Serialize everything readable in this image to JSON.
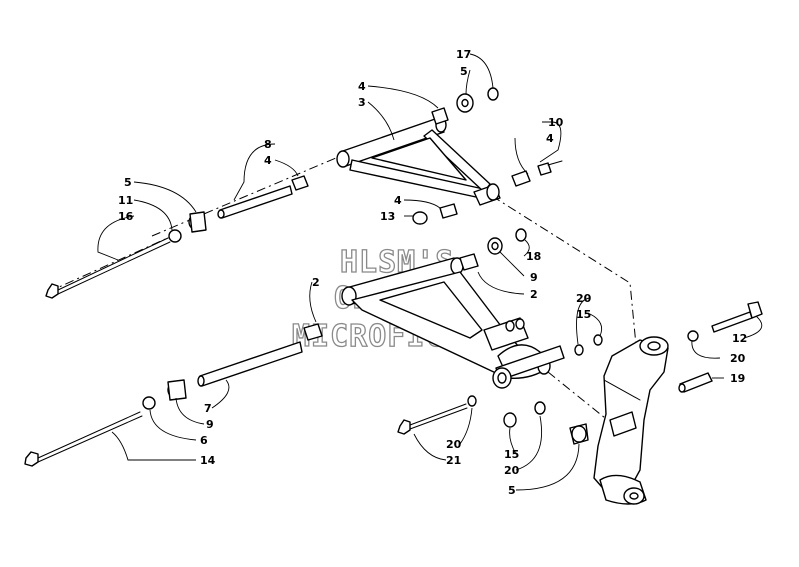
{
  "watermark": {
    "line1": "HLSM'S",
    "line2": "ONLINE",
    "line3": "MICROFICHE"
  },
  "callouts": [
    {
      "id": "c17",
      "label": "17"
    },
    {
      "id": "c5a",
      "label": "5"
    },
    {
      "id": "c4a",
      "label": "4"
    },
    {
      "id": "c3",
      "label": "3"
    },
    {
      "id": "c10",
      "label": "10"
    },
    {
      "id": "c4b",
      "label": "4"
    },
    {
      "id": "c8",
      "label": "8"
    },
    {
      "id": "c4c",
      "label": "4"
    },
    {
      "id": "c5b",
      "label": "5"
    },
    {
      "id": "c11",
      "label": "11"
    },
    {
      "id": "c16",
      "label": "16"
    },
    {
      "id": "c4d",
      "label": "4"
    },
    {
      "id": "c13",
      "label": "13"
    },
    {
      "id": "c18",
      "label": "18"
    },
    {
      "id": "c9a",
      "label": "9"
    },
    {
      "id": "c2a",
      "label": "2"
    },
    {
      "id": "c2b",
      "label": "2"
    },
    {
      "id": "c20a",
      "label": "20"
    },
    {
      "id": "c15a",
      "label": "15"
    },
    {
      "id": "c12",
      "label": "12"
    },
    {
      "id": "c20b",
      "label": "20"
    },
    {
      "id": "c19",
      "label": "19"
    },
    {
      "id": "c7",
      "label": "7"
    },
    {
      "id": "c9b",
      "label": "9"
    },
    {
      "id": "c6",
      "label": "6"
    },
    {
      "id": "c14",
      "label": "14"
    },
    {
      "id": "c20c",
      "label": "20"
    },
    {
      "id": "c21",
      "label": "21"
    },
    {
      "id": "c15b",
      "label": "15"
    },
    {
      "id": "c20d",
      "label": "20"
    },
    {
      "id": "c5c",
      "label": "5"
    }
  ]
}
